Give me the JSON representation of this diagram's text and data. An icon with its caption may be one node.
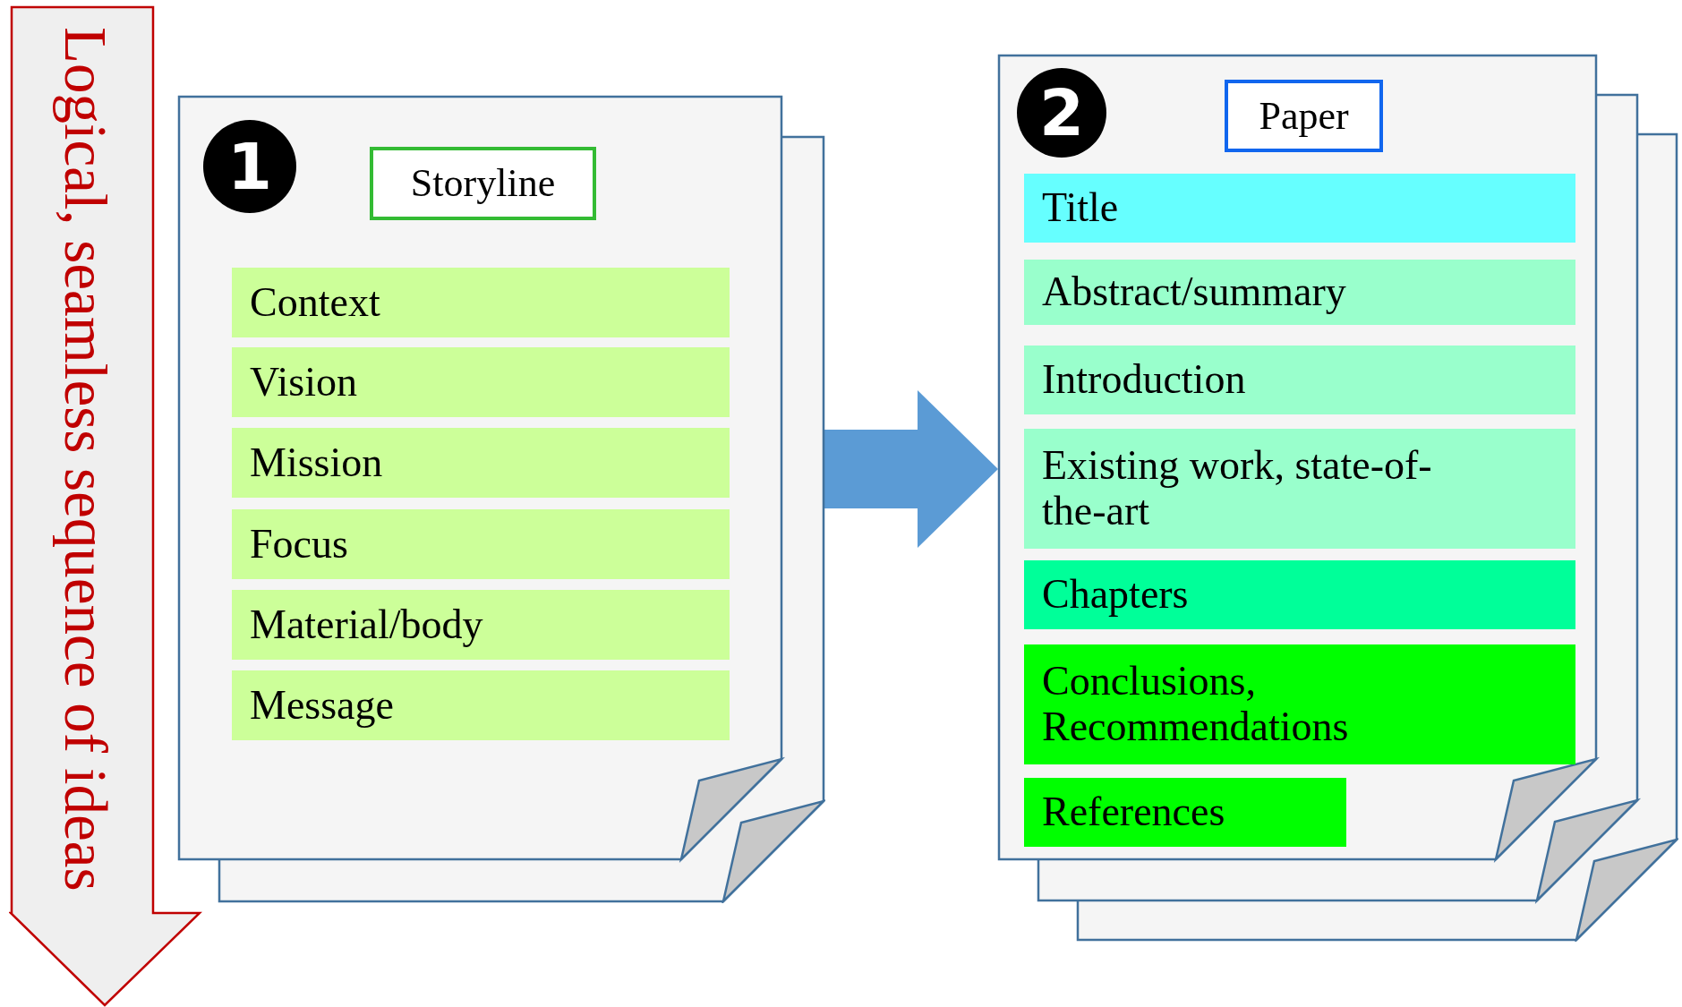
{
  "diagram": {
    "nodes": [
      {
        "text": [
          "Logical, seamless sequence of ideas"
        ]
      },
      {
        "text": [],
        "shape": "document"
      },
      {
        "text": [
          "1"
        ],
        "in": 1
      },
      {
        "text": [
          "Storyline"
        ],
        "in": 1
      },
      {
        "text": [
          "Context"
        ],
        "in": 1
      },
      {
        "text": [
          "Vision"
        ],
        "in": 1
      },
      {
        "text": [
          "Mission"
        ],
        "in": 1
      },
      {
        "text": [
          "Focus"
        ],
        "in": 1
      },
      {
        "text": [
          "Material/body"
        ],
        "in": 1
      },
      {
        "text": [
          "Message"
        ],
        "in": 1
      },
      {
        "text": [],
        "shape": "document"
      },
      {
        "text": [
          "2"
        ],
        "in": 10
      },
      {
        "text": [
          "Paper"
        ],
        "in": 10
      },
      {
        "text": [
          "Title"
        ],
        "in": 10
      },
      {
        "text": [
          "Abstract/summary"
        ],
        "in": 10
      },
      {
        "text": [
          "Introduction"
        ],
        "in": 10
      },
      {
        "text": [
          "Existing work, state-of-the-art"
        ],
        "in": 10
      },
      {
        "text": [
          "Chapters"
        ],
        "in": 10
      },
      {
        "text": [
          "Conclusions, Recommendations"
        ],
        "in": 10
      },
      {
        "text": [
          "References"
        ],
        "in": 10
      }
    ],
    "edges": [
      {
        "from": 1,
        "to": 10,
        "arrow": "to",
        "style": "thick",
        "color": "#5b9bd5"
      }
    ]
  }
}
